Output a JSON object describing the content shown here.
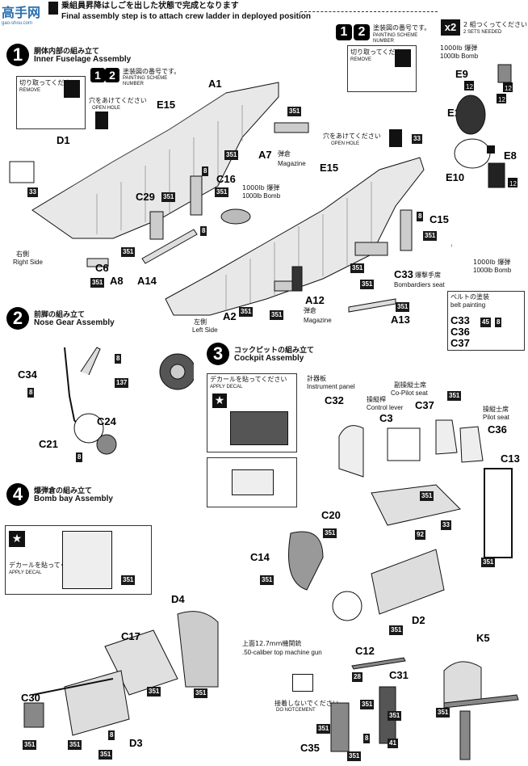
{
  "header": {
    "logo_main": "高手网",
    "logo_sub": "gao-shou.com",
    "note_jp": "乗組員昇降はしごを出した状態で完成となります",
    "note_en": "Final assembly step is to attach crew ladder in deployed position"
  },
  "top_right": {
    "count": "x2",
    "jp": "2 組つくってください",
    "en": "2 SETS NEEDED",
    "bomb_jp": "1000lb 爆弾",
    "bomb_en": "1000lb Bomb",
    "parts": [
      "E9",
      "E11",
      "E10",
      "E8"
    ]
  },
  "scheme": {
    "n1": "1",
    "n2": "2",
    "jp": "塗装図の番号です。",
    "en1": "PAINTING SCHEME",
    "en2": "NUMBER"
  },
  "remove": {
    "jp": "切り取ってください",
    "en": "REMOVE"
  },
  "open_hole": {
    "jp": "穴をあけてください",
    "en": "OPEN HOLE"
  },
  "apply_decal": {
    "jp": "デカールを貼ってください",
    "en": "APPLY DECAL"
  },
  "steps": {
    "s1": {
      "num": "1",
      "jp": "胴体内部の組み立て",
      "en": "Inner Fuselage Assembly"
    },
    "s2": {
      "num": "2",
      "jp": "前脚の組み立て",
      "en": "Nose Gear Assembly"
    },
    "s3": {
      "num": "3",
      "jp": "コックピットの組み立て",
      "en": "Cockpit Assembly"
    },
    "s4": {
      "num": "4",
      "jp": "爆弾倉の組み立て",
      "en": "Bomb bay Assembly"
    }
  },
  "labels": {
    "right_side_jp": "右側",
    "right_side_en": "Right Side",
    "left_side_jp": "左側",
    "left_side_en": "Left Side",
    "magazine_jp": "弾倉",
    "magazine_en": "Magazine",
    "bomb_jp": "1000lb 爆弾",
    "bomb_en": "1000lb Bomb",
    "bombardier_jp": "爆撃手席",
    "bombardier_en": "Bombardiers seat",
    "instrument_jp": "計器板",
    "instrument_en": "Instrument panel",
    "control_jp": "操縦桿",
    "control_en": "Control lever",
    "copilot_jp": "副操縦士席",
    "copilot_en": "Co-Pilot seat",
    "pilot_jp": "操縦士席",
    "pilot_en": "Pilot seat",
    "gun_jp": "上面12.7mm機関銃",
    "gun_en": ".50-caliber top machine gun",
    "nocement_jp": "接着しないでください",
    "nocement_en": "DO NOTCEMENT",
    "belt_jp": "ベルトの塗装",
    "belt_en": "belt painting",
    "belt_c33": "C33",
    "belt_c36": "C36",
    "belt_c37": "C37"
  },
  "parts": {
    "A1": "A1",
    "A2": "A2",
    "A7": "A7",
    "A8": "A8",
    "A12": "A12",
    "A13": "A13",
    "A14": "A14",
    "C3": "C3",
    "C6": "C6",
    "C12": "C12",
    "C13": "C13",
    "C14": "C14",
    "C15": "C15",
    "C16": "C16",
    "C17": "C17",
    "C20": "C20",
    "C21": "C21",
    "C24": "C24",
    "C29": "C29",
    "C30": "C30",
    "C31": "C31",
    "C32": "C32",
    "C33": "C33",
    "C34": "C34",
    "C35": "C35",
    "C36": "C36",
    "C37": "C37",
    "D1": "D1",
    "D2": "D2",
    "D3": "D3",
    "D4": "D4",
    "E15a": "E15",
    "E15b": "E15",
    "K5": "K5"
  },
  "colors": {
    "ink": "#111111",
    "paper": "#ffffff",
    "badge": "#1a1a1a",
    "logo": "#2a6fb0"
  },
  "icons": [
    "ladder-icon",
    "star-icon",
    "drill-icon",
    "remove-icon",
    "no-cement-icon"
  ]
}
